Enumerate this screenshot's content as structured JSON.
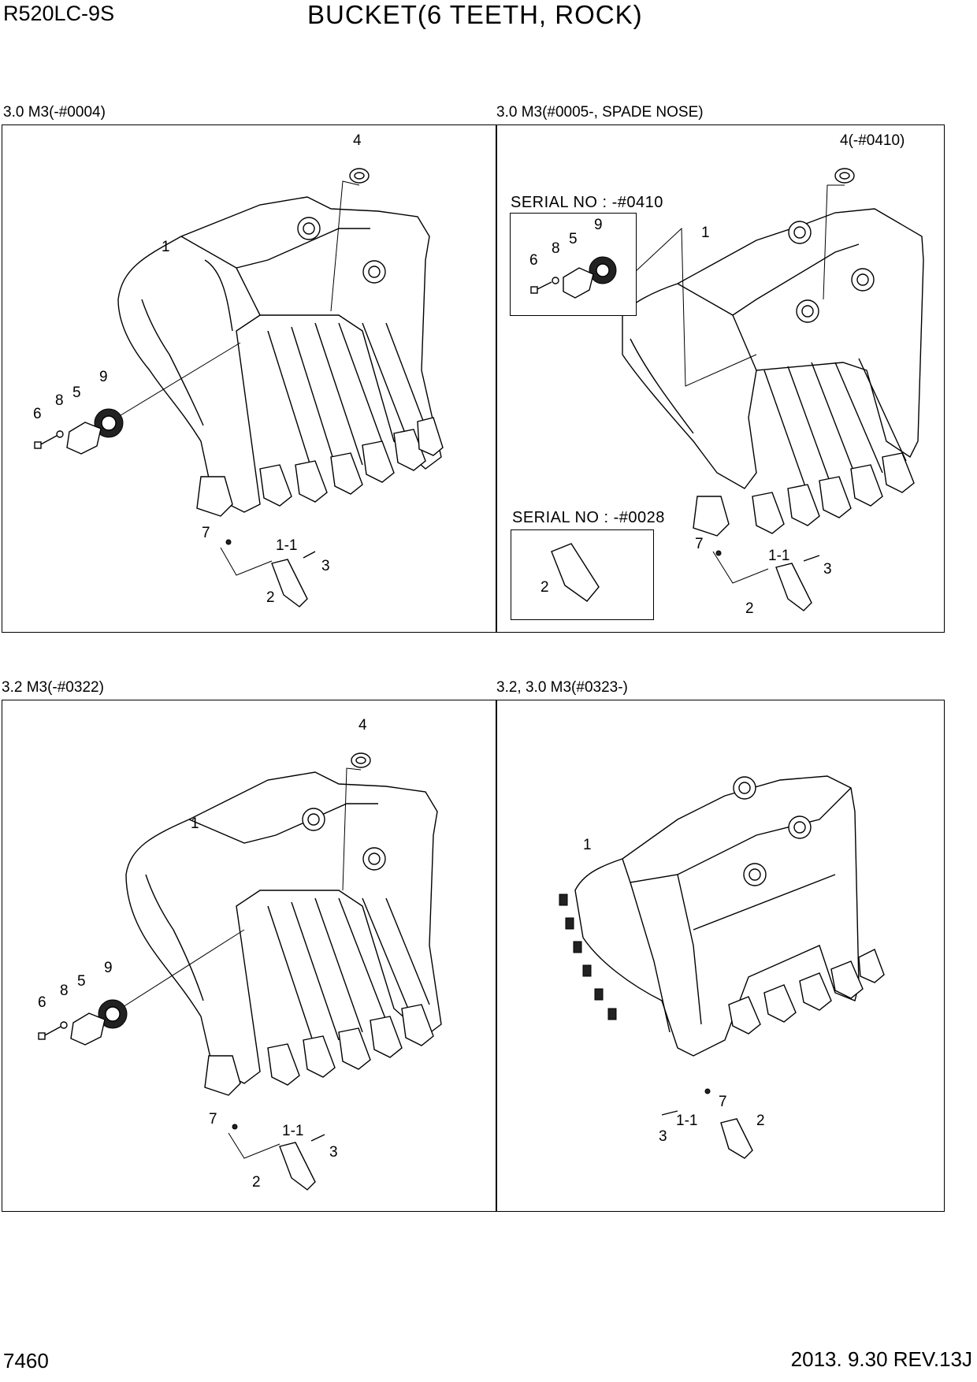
{
  "header": {
    "model": "R520LC-9S",
    "title": "BUCKET(6 TEETH, ROCK)"
  },
  "footer": {
    "page": "7460",
    "revision": "2013. 9.30  REV.13J"
  },
  "panels": [
    {
      "label": "3.0 M3(-#0004)",
      "callouts": [
        "1",
        "4",
        "9",
        "6",
        "8",
        "5",
        "7",
        "1-1",
        "3",
        "2"
      ]
    },
    {
      "label": "3.0 M3(#0005-, SPADE NOSE)",
      "callouts": [
        "1",
        "4(-#0410)",
        "9",
        "6",
        "8",
        "5",
        "7",
        "1-1",
        "3",
        "2"
      ],
      "insets": [
        {
          "label": "SERIAL NO : -#0410",
          "callouts": [
            "9",
            "8",
            "5",
            "6"
          ]
        },
        {
          "label": "SERIAL NO : -#0028",
          "callouts": [
            "2"
          ]
        }
      ]
    },
    {
      "label": "3.2 M3(-#0322)",
      "callouts": [
        "1",
        "4",
        "9",
        "6",
        "8",
        "5",
        "7",
        "1-1",
        "3",
        "2"
      ]
    },
    {
      "label": "3.2, 3.0 M3(#0323-)",
      "callouts": [
        "1",
        "7",
        "1-1",
        "3",
        "2"
      ]
    }
  ]
}
